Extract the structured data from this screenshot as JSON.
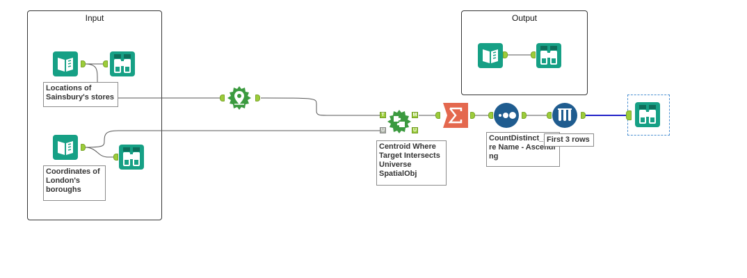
{
  "containers": {
    "input_title": "Input",
    "output_title": "Output"
  },
  "tools": {
    "input1": {
      "icon": "book-input-icon",
      "annotation": "Locations of Sainsbury's stores"
    },
    "browse1": {
      "icon": "binoculars-browse-icon"
    },
    "input2": {
      "icon": "book-input-icon",
      "annotation": "Coordinates of London's boroughs"
    },
    "browse2": {
      "icon": "binoculars-browse-icon"
    },
    "create_points": {
      "icon": "map-pin-icon"
    },
    "spatial_match": {
      "icon": "puzzle-spatial-match-icon",
      "annotation": "Centroid Where Target Intersects Universe SpatialObj",
      "anchor_target": "T",
      "anchor_universe": "U",
      "anchor_match": "M",
      "anchor_unmatched": "U"
    },
    "summarize": {
      "icon": "sigma-summarize-icon"
    },
    "record_id": {
      "icon": "dots-record-id-icon",
      "annotation": "CountDistinct_Store Name - Ascending"
    },
    "sample": {
      "icon": "test-tubes-sample-icon",
      "annotation": "First 3 rows"
    },
    "browse3": {
      "icon": "binoculars-browse-icon"
    },
    "output_input": {
      "icon": "book-input-icon"
    },
    "output_browse": {
      "icon": "binoculars-browse-icon"
    }
  },
  "colors": {
    "teal": "#16a085",
    "green": "#3b9a3f",
    "orange": "#e4684e",
    "navy": "#1f5c8f",
    "anchor": "#9ccc3a",
    "wire": "#555555",
    "wire_selected": "#2020c8"
  }
}
